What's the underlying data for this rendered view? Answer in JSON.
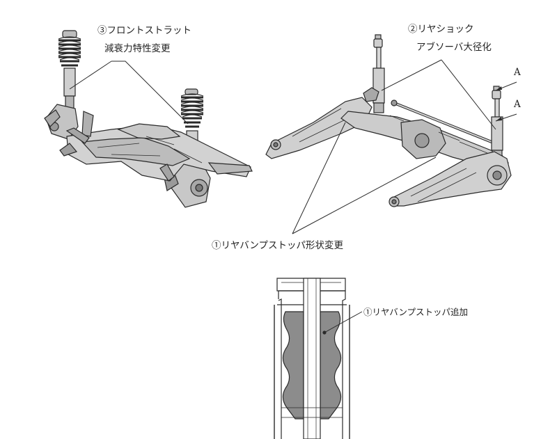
{
  "callouts": {
    "front_strut_line1": "③フロントストラット",
    "front_strut_line2": "減衰力特性変更",
    "rear_shock_line1": "②リヤショック",
    "rear_shock_line2": "アブソーバ大径化",
    "bump_stopper_shape": "①リヤバンプストッパ形状変更",
    "bump_stopper_added": "①リヤバンプストッパ追加",
    "section_marker_upper": "A",
    "section_marker_lower": "A"
  },
  "colors": {
    "line": "#2a2a2a",
    "part_fill": "#d6d6d6",
    "part_dark": "#7a7a7a",
    "bump_fill": "#8c8c8c",
    "background": "#ffffff"
  }
}
